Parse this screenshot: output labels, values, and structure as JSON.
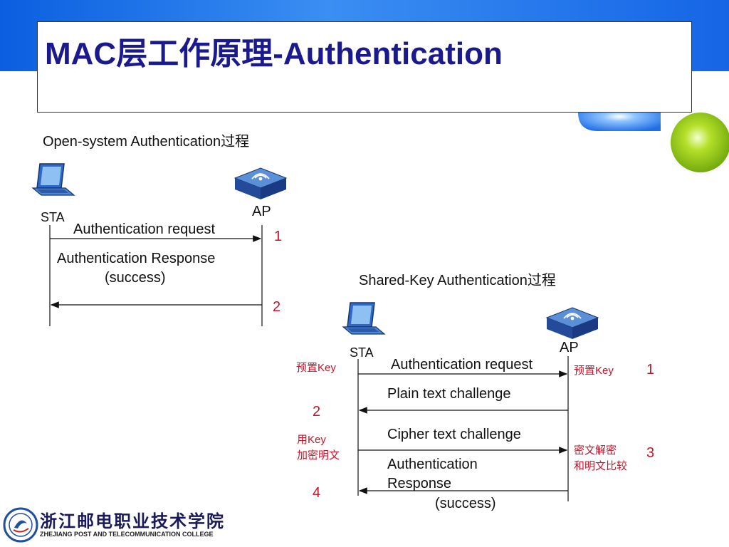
{
  "slide": {
    "title": "MAC层工作原理-Authentication"
  },
  "open_system": {
    "caption": "Open-system Authentication过程",
    "sta_label": "STA",
    "ap_label": "AP",
    "messages": [
      {
        "lines": [
          "Authentication request"
        ],
        "direction": "sta-to-ap",
        "step": "1"
      },
      {
        "lines": [
          "Authentication Response",
          "(success)"
        ],
        "direction": "ap-to-sta",
        "step": "2"
      }
    ]
  },
  "shared_key": {
    "caption": "Shared-Key Authentication过程",
    "sta_label": "STA",
    "ap_label": "AP",
    "sta_notes": [
      {
        "lines": [
          "预置Key"
        ]
      },
      {
        "lines": [
          "用Key",
          "加密明文"
        ]
      }
    ],
    "ap_notes": [
      {
        "lines": [
          "预置Key"
        ]
      },
      {
        "lines": [
          "密文解密",
          "和明文比较"
        ]
      }
    ],
    "messages": [
      {
        "lines": [
          "Authentication request"
        ],
        "direction": "sta-to-ap",
        "step": "1"
      },
      {
        "lines": [
          "Plain text challenge"
        ],
        "direction": "ap-to-sta",
        "step": "2"
      },
      {
        "lines": [
          "Cipher text challenge"
        ],
        "direction": "sta-to-ap",
        "step": "3"
      },
      {
        "lines": [
          "Authentication",
          "Response",
          "(success)"
        ],
        "direction": "ap-to-sta",
        "step": "4"
      }
    ]
  },
  "footer": {
    "college_cn": "浙江邮电职业技术学院",
    "college_en": "ZHEJIANG POST AND TELECOMMUNICATION COLLEGE"
  },
  "colors": {
    "banner": "#1565e6",
    "title_text": "#1a1a8c",
    "annotation_red": "#c8142a",
    "arrow": "#111111"
  }
}
